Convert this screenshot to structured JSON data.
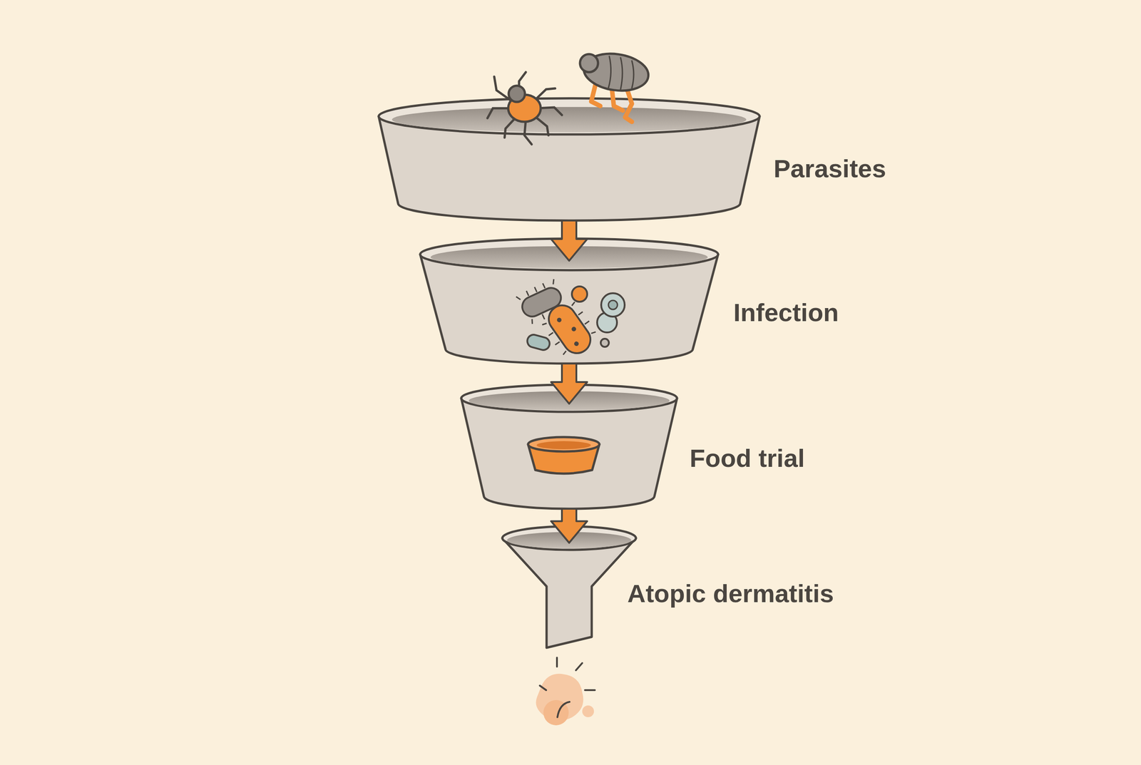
{
  "diagram": {
    "nodes": [
      {
        "text": [
          "Parasites"
        ]
      },
      {
        "text": [
          "Infection"
        ]
      },
      {
        "text": [
          "Food trial"
        ]
      },
      {
        "text": [
          "Atopic dermatitis"
        ]
      }
    ],
    "edges": [
      {
        "from": 0,
        "to": 1,
        "arrow": "to"
      },
      {
        "from": 1,
        "to": 2,
        "arrow": "to"
      },
      {
        "from": 2,
        "to": 3,
        "arrow": "to"
      }
    ]
  }
}
